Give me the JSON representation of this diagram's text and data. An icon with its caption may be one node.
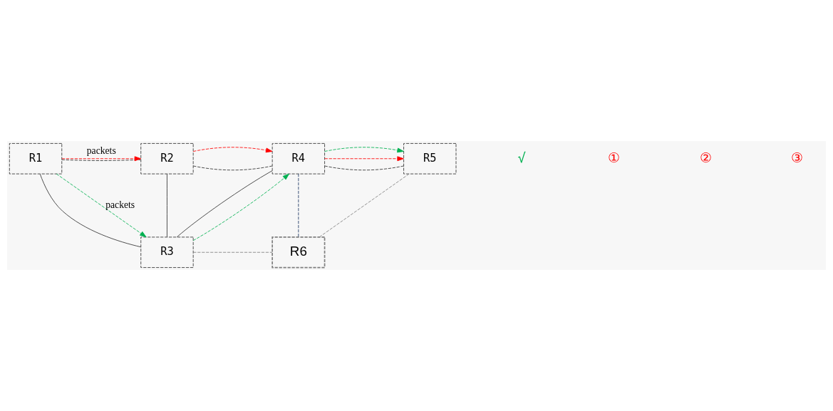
{
  "diagram": {
    "nodes": [
      {
        "text": [
          "R1"
        ]
      },
      {
        "text": [
          "R2"
        ]
      },
      {
        "text": [
          "R4"
        ]
      },
      {
        "text": [
          "R5"
        ]
      },
      {
        "text": [
          "R3"
        ]
      },
      {
        "text": [
          "R6"
        ]
      }
    ],
    "edges": [
      {
        "from": 0,
        "to": 1,
        "arrow": "none",
        "style": "dashed"
      },
      {
        "from": 1,
        "to": 2,
        "arrow": "none",
        "style": "dashed"
      },
      {
        "from": 2,
        "to": 3,
        "arrow": "none",
        "style": "dashed"
      },
      {
        "from": 0,
        "to": 4,
        "arrow": "none"
      },
      {
        "from": 1,
        "to": 4,
        "arrow": "none"
      },
      {
        "from": 4,
        "to": 2,
        "arrow": "none"
      },
      {
        "from": 4,
        "to": 5,
        "arrow": "none",
        "style": "dashed",
        "color": "#808080"
      },
      {
        "from": 2,
        "to": 5,
        "arrow": "none",
        "style": "dashed",
        "color": "#1f3864"
      },
      {
        "from": 3,
        "to": 5,
        "arrow": "none",
        "style": "dashed",
        "color": "#808080"
      },
      {
        "from": 0,
        "to": 1,
        "arrow": "to",
        "style": "dashed",
        "color": "#ff0000",
        "label": "packets"
      },
      {
        "from": 1,
        "to": 2,
        "arrow": "to",
        "style": "dashed",
        "color": "#ff0000"
      },
      {
        "from": 2,
        "to": 3,
        "arrow": "to",
        "style": "dashed",
        "color": "#ff0000"
      },
      {
        "from": 0,
        "to": 4,
        "arrow": "to",
        "style": "dashed",
        "color": "#00b050",
        "label": "packets"
      },
      {
        "from": 4,
        "to": 2,
        "arrow": "to",
        "style": "dashed",
        "color": "#00b050"
      },
      {
        "from": 2,
        "to": 3,
        "arrow": "to",
        "style": "dashed",
        "color": "#00b050"
      }
    ],
    "labels": [
      "√",
      "①",
      "②",
      "③"
    ]
  }
}
